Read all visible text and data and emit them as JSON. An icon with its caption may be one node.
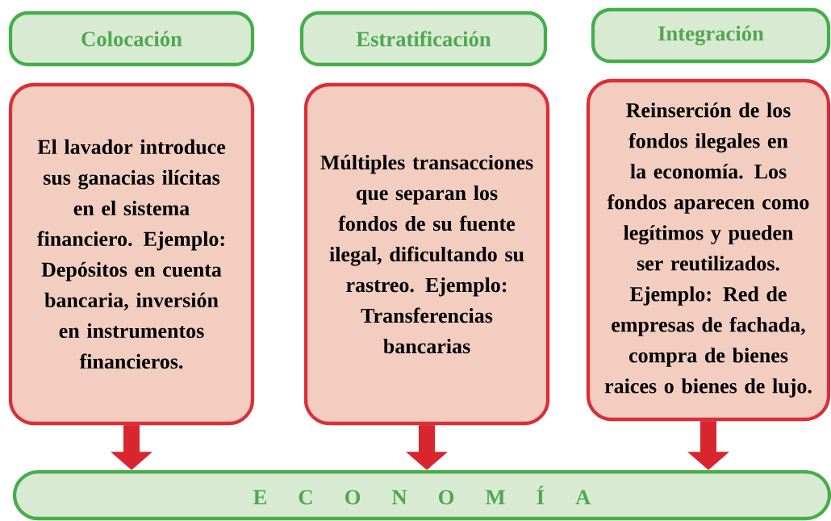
{
  "diagram": {
    "nodes": [
      {
        "text": [
          "Colocación"
        ]
      },
      {
        "text": [
          "El lavador introduce sus ganacias ilícitas en el sistema financiero. Ejemplo: Depósitos en cuenta bancaria, inversión en instrumentos financieros."
        ]
      },
      {
        "text": [
          "Estratificación"
        ]
      },
      {
        "text": [
          "Múltiples transacciones que separan los fondos de su fuente ilegal, dificultando su rastreo. Ejemplo: Transferencias bancarias"
        ]
      },
      {
        "text": [
          "Integración"
        ]
      },
      {
        "text": [
          "Reinserción de los fondos ilegales en la economía. Los fondos aparecen como legítimos y pueden ser reutilizados. Ejemplo: Red de empresas de fachada, compra de bienes raices o bienes de lujo."
        ]
      },
      {
        "text": [
          "E C O N O M Í A"
        ]
      }
    ],
    "edges": [
      {
        "from": 1,
        "to": 6,
        "arrow": "to"
      },
      {
        "from": 3,
        "to": 6,
        "arrow": "to"
      },
      {
        "from": 5,
        "to": 6,
        "arrow": "to"
      }
    ]
  }
}
